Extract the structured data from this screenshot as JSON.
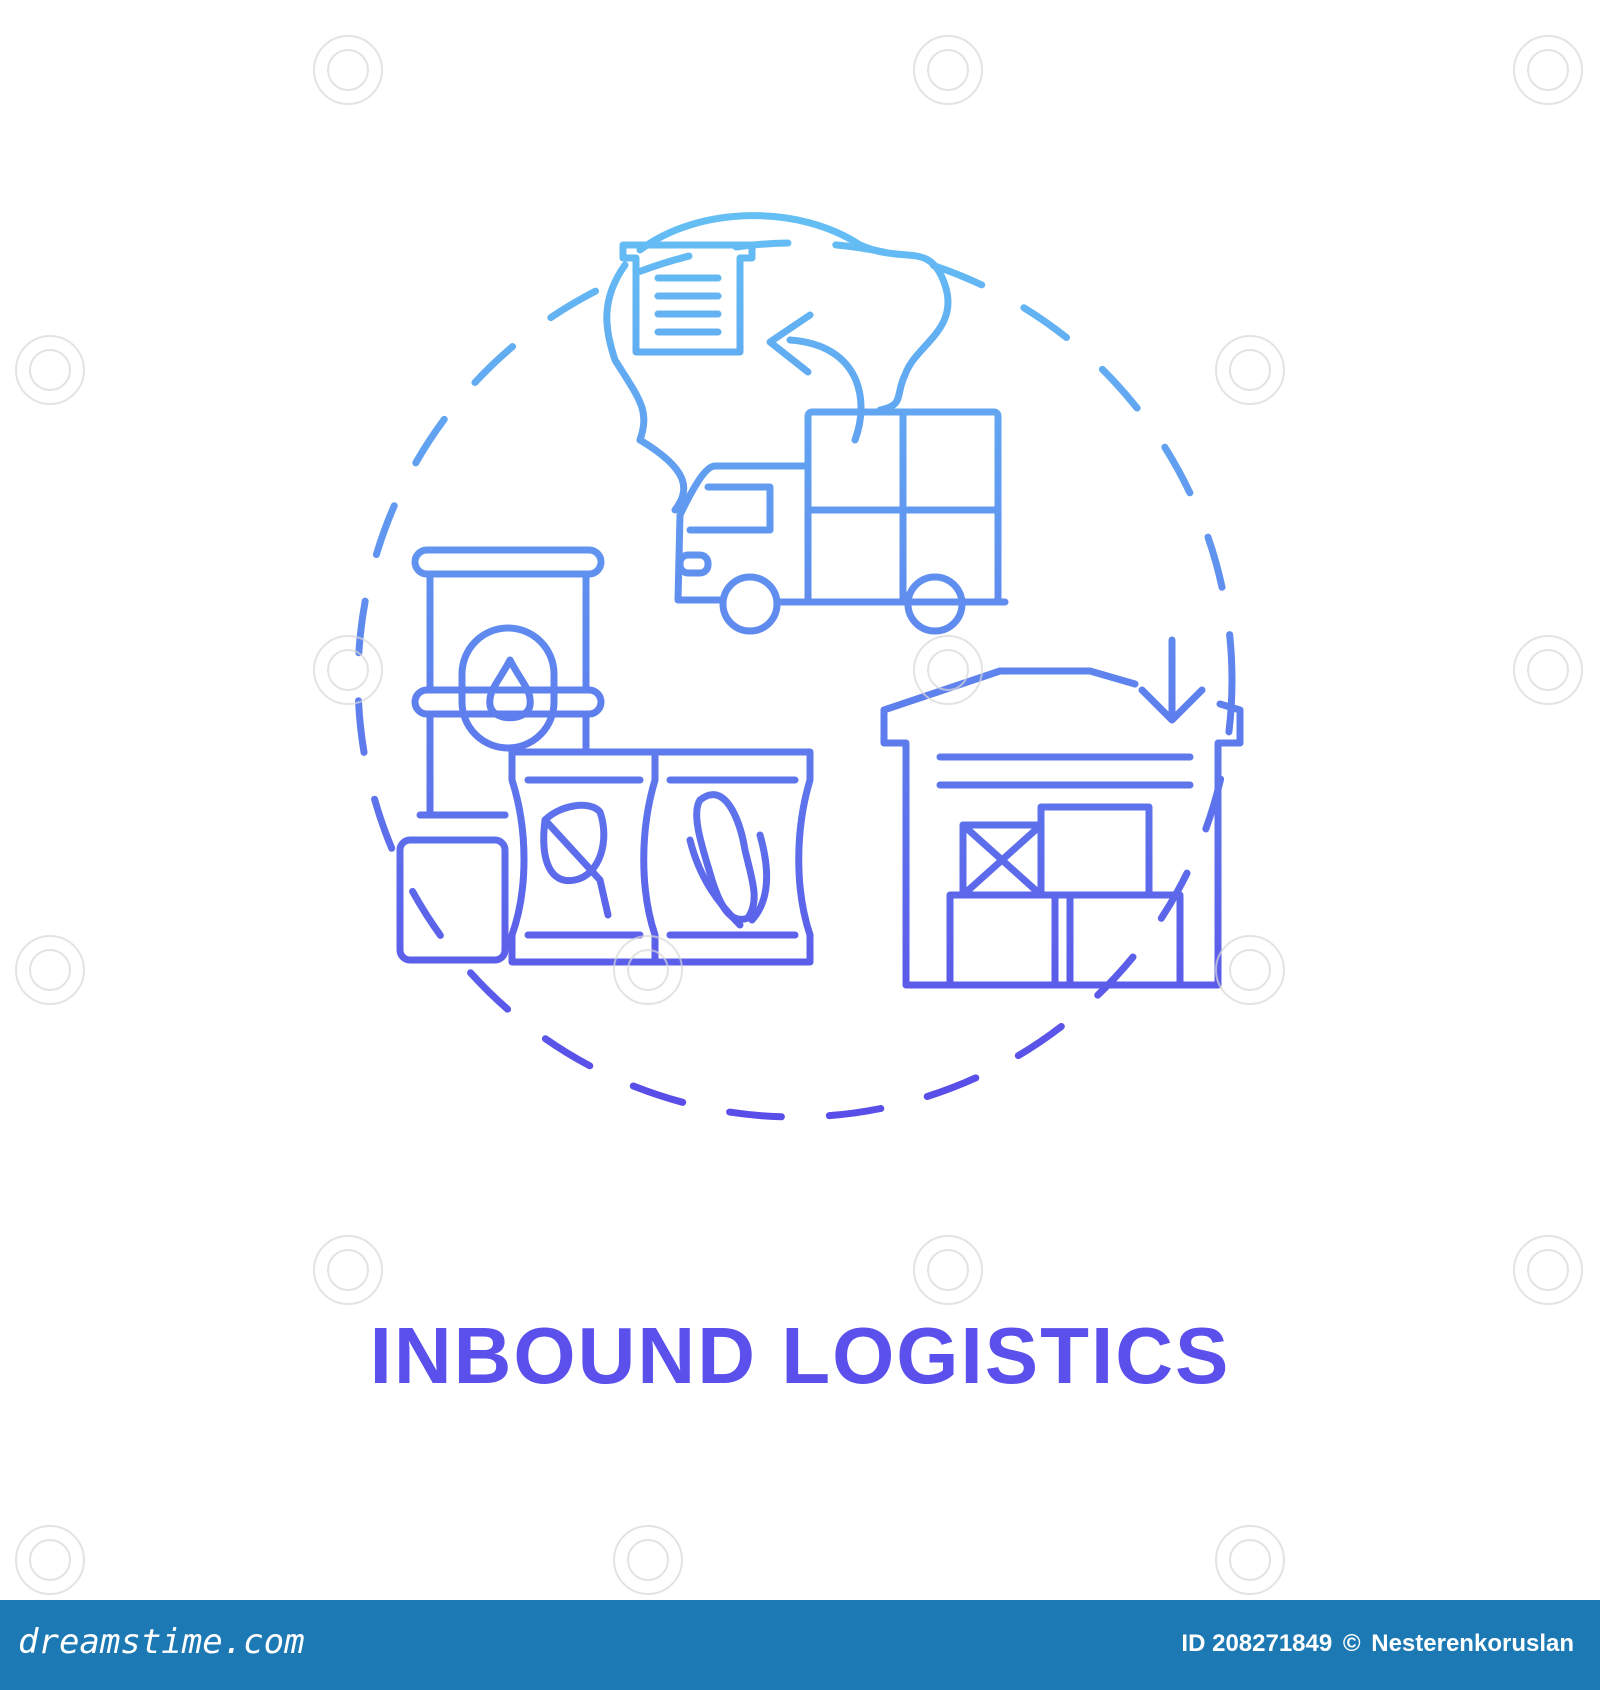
{
  "caption": "INBOUND LOGISTICS",
  "colors": {
    "gradient_top": "#64c0f4",
    "gradient_bottom": "#5a4ee8",
    "caption": "#5b50ec",
    "footer_bg": "#1d79b3"
  },
  "icons": [
    "dashed-circle",
    "warehouse-thumbnail-icon",
    "curved-arrow-icon",
    "truck-icon",
    "oil-barrel-icon",
    "leaf-sack-icon",
    "corn-sack-icon",
    "warehouse-icon",
    "down-arrow-icon"
  ],
  "footer": {
    "brand": "dreamstime.com",
    "id_text": "ID 208271849",
    "copyright_symbol": "©",
    "author": "Nesterenkoruslan"
  }
}
